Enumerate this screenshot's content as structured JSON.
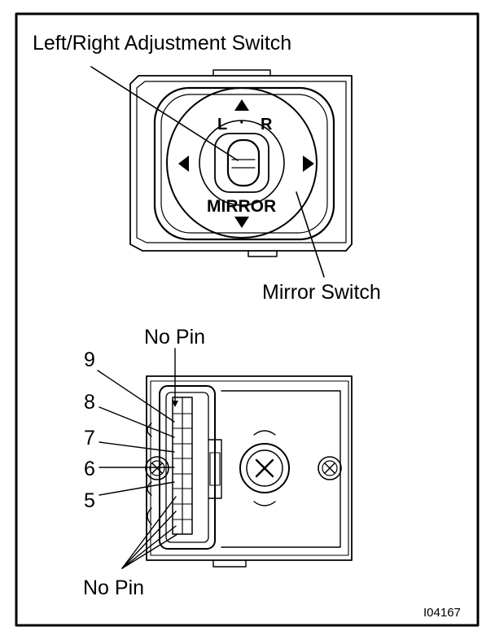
{
  "labels": {
    "top_title": "Left/Right Adjustment Switch",
    "mirror_switch": "Mirror Switch",
    "knob_l": "L",
    "knob_dot": "·",
    "knob_r": "R",
    "mirror_text": "MIRROR",
    "no_pin_top": "No Pin",
    "no_pin_bottom": "No Pin",
    "pins": [
      "9",
      "8",
      "7",
      "6",
      "5"
    ],
    "figure_code": "I04167"
  }
}
